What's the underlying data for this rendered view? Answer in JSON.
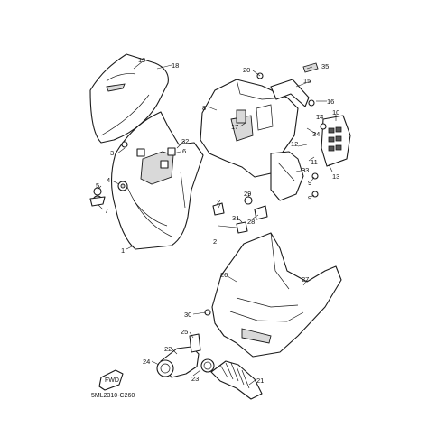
{
  "diagram_code": "5ML2310-C260",
  "fwd_label": "FWD",
  "callouts": {
    "c1": "1",
    "c2a": "2",
    "c2b": "2",
    "c3": "3",
    "c4": "4",
    "c5": "5",
    "c6": "6",
    "c7": "7",
    "c8": "8",
    "c9a": "9",
    "c9b": "9",
    "c10": "10",
    "c11": "11",
    "c12": "12",
    "c13": "13",
    "c14": "14",
    "c15": "15",
    "c16": "16",
    "c17": "17",
    "c18": "18",
    "c19": "19",
    "c20": "20",
    "c21": "21",
    "c22": "22",
    "c23": "23",
    "c24": "24",
    "c25": "25",
    "c26": "26",
    "c27": "27",
    "c28": "28",
    "c29": "29",
    "c30": "30",
    "c31": "31",
    "c32": "32",
    "c33": "33",
    "c34": "34",
    "c35": "35"
  }
}
